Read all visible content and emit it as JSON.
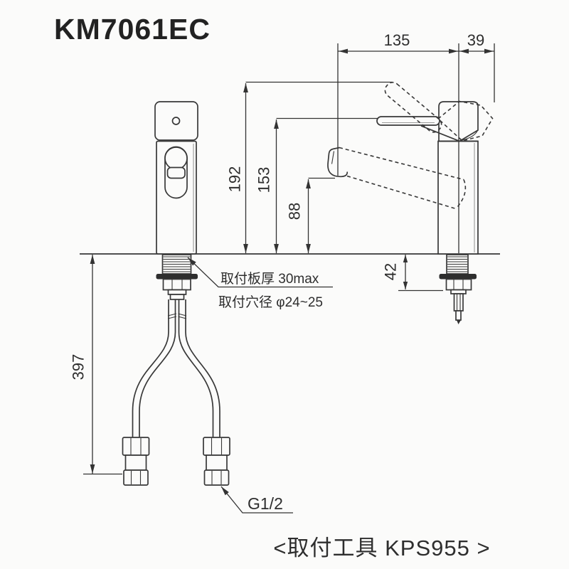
{
  "title": "KM7061EC",
  "dimensions": {
    "spout_reach": "135",
    "head_width": "39",
    "total_height": "192",
    "handle_height": "153",
    "spout_height": "88",
    "under_deck": "42",
    "hose_length": "397"
  },
  "annotations": {
    "mount_plate": "取付板厚 30max",
    "mount_hole": "取付穴径 φ24~25",
    "connection": "G1/2",
    "tool_note": "<取付工具 KPS955 >"
  },
  "colors": {
    "line": "#383838",
    "background": "#fbfbfa"
  }
}
